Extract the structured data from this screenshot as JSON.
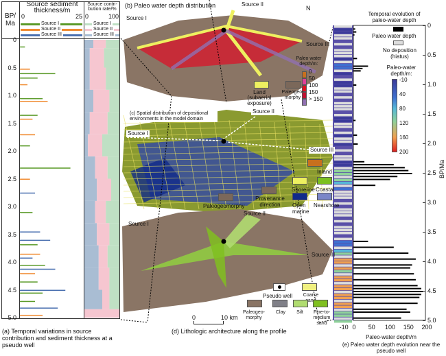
{
  "panel_a": {
    "age_label": "BP/\nMa",
    "thickness_title": "Source sediment thickness/m",
    "thickness_min": "0",
    "thickness_max": "25",
    "contrib_title": "Source contri-bution rate/%",
    "contrib_min": "0",
    "contrib_max": "100",
    "legend": [
      {
        "label": "Source I",
        "color": "#5a9a28",
        "light": "#bfe0c4"
      },
      {
        "label": "Source II",
        "color": "#f08a30",
        "light": "#f6c6d0"
      },
      {
        "label": "Source III",
        "color": "#4a70b0",
        "light": "#a9bdd3"
      }
    ],
    "age_ticks": [
      "0",
      "0.5",
      "1.0",
      "1.5",
      "2.0",
      "2.5",
      "3.0",
      "3.5",
      "4.0",
      "4.5",
      "5.0"
    ],
    "caption": "(a) Temporal variations in source contribution and sediment thickness at a pseudo well"
  },
  "panel_b": {
    "title": "(b) Paleo water depth distribution",
    "source_labels": [
      "Source I",
      "Source II",
      "Source III"
    ],
    "north": "N",
    "depth_legend_title": "Paleo water depth/m:",
    "depth_legend": [
      {
        "label": "0",
        "color": "#c8701e"
      },
      {
        "label": "50",
        "color": "#e0409a"
      },
      {
        "label": "100",
        "color": "#e01020"
      },
      {
        "label": "150",
        "color": "#c01030"
      },
      {
        "label": "> 150",
        "color": "#9070b0"
      }
    ],
    "land_label": "Land (subaerial exposure)",
    "paleo_label": "Paleogeo-morphy"
  },
  "panel_c": {
    "title": "(c) Spatial distribution of depositional environments in the model domain",
    "source_labels": [
      "Source I",
      "Source II",
      "Source III"
    ],
    "legend": [
      {
        "label": "Inland",
        "color": "#c8701e"
      },
      {
        "label": "Shoreline",
        "color": "#eef060"
      },
      {
        "label": "Coastal",
        "color": "#7cc020"
      },
      {
        "label": "Open marine",
        "color": "#102a8a"
      },
      {
        "label": "Nearshore",
        "color": "#7a86c8"
      }
    ],
    "provenance_label": "Provenance direction",
    "paleo_label": "Paleogeomorphy"
  },
  "panel_d": {
    "source_labels": [
      "Source I",
      "Source II",
      "Source III"
    ],
    "pseudo_well": "Pseudo well",
    "legend": [
      {
        "label": "Coarse sand",
        "color": "#f0f080"
      },
      {
        "label": "Paleogeo-morphy",
        "color": "#8a7565"
      },
      {
        "label": "Clay",
        "color": "#808088"
      },
      {
        "label": "Silt",
        "color": "#b0dc70"
      },
      {
        "label": "Fine-to-medium sand",
        "color": "#80c020"
      }
    ],
    "scale_0": "0",
    "scale_10": "10 km",
    "caption": "(d) Lithologic architecture along the profile"
  },
  "panel_e": {
    "title": "Temporal evolution of paleo-water depth",
    "legend_depth": "Paleo water depth",
    "legend_hiatus": "No deposition (hiatus)",
    "scale_title": "Paleo-water depth/m:",
    "scale_ticks": [
      "-10",
      "40",
      "80",
      "120",
      "160",
      "200"
    ],
    "age_ticks": [
      "0",
      "0.5",
      "1.0",
      "1.5",
      "2.0",
      "2.5",
      "3.0",
      "3.5",
      "4.0",
      "4.5",
      "5.0"
    ],
    "age_axis": "BP/Ma",
    "x_ticks": [
      "-10",
      "0",
      "50",
      "100",
      "150",
      "200"
    ],
    "x_label": "Paleo-water depth/m",
    "caption": "(e) Paleo water depth evolution near the pseudo well"
  },
  "chart_data": [
    {
      "type": "bar",
      "title": "Source sediment thickness/m",
      "ylabel": "BP/Ma",
      "ylim": [
        0,
        5
      ],
      "xlim": [
        0,
        25
      ],
      "bars": [
        [
          0.12,
          "I",
          2
        ],
        [
          0.52,
          "II",
          4
        ],
        [
          0.6,
          "I",
          14
        ],
        [
          0.68,
          "I",
          7
        ],
        [
          0.8,
          "II",
          3
        ],
        [
          1.05,
          "I",
          9
        ],
        [
          1.1,
          "II",
          11
        ],
        [
          1.35,
          "I",
          7
        ],
        [
          1.42,
          "II",
          5
        ],
        [
          1.7,
          "II",
          6
        ],
        [
          1.9,
          "I",
          4
        ],
        [
          2.3,
          "I",
          20
        ],
        [
          2.5,
          "II",
          4
        ],
        [
          2.75,
          "III",
          6
        ],
        [
          3.1,
          "I",
          5
        ],
        [
          3.45,
          "III",
          8
        ],
        [
          3.6,
          "III",
          12
        ],
        [
          3.68,
          "I",
          7
        ],
        [
          3.85,
          "II",
          8
        ],
        [
          3.92,
          "III",
          5
        ],
        [
          4.05,
          "I",
          10
        ],
        [
          4.12,
          "III",
          14
        ],
        [
          4.2,
          "II",
          6
        ],
        [
          4.35,
          "I",
          7
        ],
        [
          4.5,
          "III",
          18
        ],
        [
          4.55,
          "I",
          9
        ],
        [
          4.7,
          "I",
          6
        ],
        [
          4.82,
          "III",
          15
        ],
        [
          4.95,
          "II",
          9
        ]
      ]
    },
    {
      "type": "area",
      "title": "Source contribution rate/%",
      "xlim": [
        0,
        100
      ],
      "segments": [
        [
          0,
          0.15,
          40,
          35,
          25
        ],
        [
          0.15,
          0.5,
          45,
          40,
          15
        ],
        [
          0.5,
          0.9,
          40,
          45,
          15
        ],
        [
          0.9,
          1.3,
          30,
          45,
          25
        ],
        [
          1.3,
          1.7,
          35,
          50,
          15
        ],
        [
          1.7,
          2.1,
          50,
          40,
          10
        ],
        [
          2.1,
          2.5,
          35,
          35,
          30
        ],
        [
          2.5,
          2.9,
          25,
          40,
          35
        ],
        [
          2.9,
          3.3,
          40,
          30,
          30
        ],
        [
          3.3,
          3.7,
          30,
          35,
          35
        ],
        [
          3.7,
          4.1,
          35,
          25,
          40
        ],
        [
          4.1,
          4.5,
          30,
          30,
          40
        ],
        [
          4.5,
          4.85,
          30,
          20,
          50
        ],
        [
          4.85,
          5.0,
          0,
          100,
          0
        ]
      ]
    },
    {
      "type": "bar",
      "title": "Paleo water depth",
      "xlim": [
        -10,
        200
      ],
      "ylim": [
        0,
        5
      ],
      "bars": [
        [
          0.05,
          5
        ],
        [
          0.1,
          8
        ],
        [
          0.15,
          3
        ],
        [
          0.55,
          10
        ],
        [
          0.68,
          40
        ],
        [
          0.72,
          25
        ],
        [
          0.76,
          20
        ],
        [
          1.0,
          8
        ],
        [
          1.6,
          6
        ],
        [
          1.85,
          10
        ],
        [
          2.0,
          12
        ],
        [
          2.3,
          30
        ],
        [
          2.35,
          110
        ],
        [
          2.4,
          140
        ],
        [
          2.45,
          150
        ],
        [
          2.5,
          160
        ],
        [
          2.55,
          120
        ],
        [
          2.6,
          100
        ],
        [
          2.7,
          60
        ],
        [
          3.65,
          40
        ],
        [
          3.75,
          110
        ],
        [
          3.85,
          150
        ],
        [
          3.95,
          170
        ],
        [
          4.05,
          160
        ],
        [
          4.1,
          155
        ],
        [
          4.2,
          165
        ],
        [
          4.3,
          170
        ],
        [
          4.4,
          175
        ],
        [
          4.45,
          185
        ],
        [
          4.5,
          190
        ],
        [
          4.55,
          185
        ],
        [
          4.6,
          180
        ],
        [
          4.7,
          175
        ],
        [
          4.8,
          145
        ],
        [
          4.85,
          155
        ],
        [
          4.95,
          130
        ]
      ]
    }
  ]
}
